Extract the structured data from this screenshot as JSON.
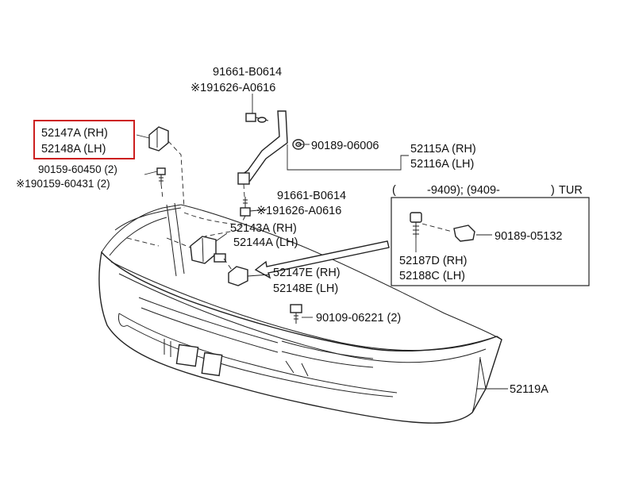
{
  "labels": {
    "bolt_top_1": "91661-B0614",
    "bolt_top_2": "※191626-A0616",
    "clip_06006": "90189-06006",
    "retainer_rh": "52115A (RH)",
    "retainer_lh": "52116A (LH)",
    "bracket_a_rh": "52147A (RH)",
    "bracket_a_lh": "52148A (LH)",
    "screw_1": "90159-60450 (2)",
    "screw_2": "※190159-60431 (2)",
    "bolt_mid_1": "91661-B0614",
    "bolt_mid_2": "※191626-A0616",
    "support_rh": "52143A (RH)",
    "support_lh": "52144A (LH)",
    "bracket_e_rh": "52147E (RH)",
    "bracket_e_lh": "52148E (LH)",
    "bolt_bottom": "90109-06221 (2)",
    "bumper_cover": "52119A"
  },
  "inset": {
    "header_open": "(",
    "header_range": "-9409); (9409-",
    "header_close": ")",
    "header_suffix": "TUR",
    "clip": "90189-05132",
    "part_rh": "52187D (RH)",
    "part_lh": "52188C (LH)"
  },
  "highlight_color": "#cc1f1f"
}
